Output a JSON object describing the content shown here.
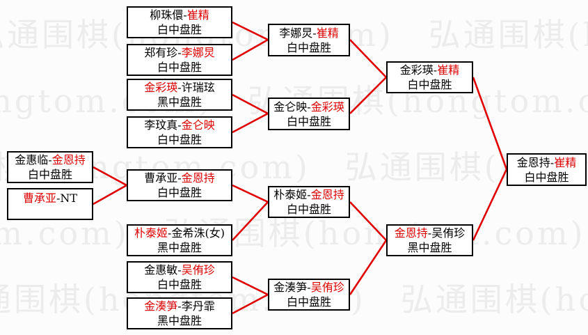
{
  "ui": {
    "dash": "-",
    "watermark_text": "弘通围棋(hongtom.com)",
    "watermark_row": "弘通围棋(hongtom.com)　弘通围棋(hongtom.com)　弘通围棋(hongtom.com)",
    "accent_red": "#dd0000",
    "box_border_color": "#000000",
    "watermark_color": "#ececec"
  },
  "bracket": {
    "prelim": [
      {
        "p1": "金惠临",
        "p1_role": "loser",
        "p2": "金恩持",
        "p2_role": "winner",
        "result": "白中盘胜"
      },
      {
        "p1": "曹承亚",
        "p1_role": "winner",
        "p2": "NT",
        "p2_role": "loser",
        "result": ""
      }
    ],
    "round1": [
      {
        "p1": "柳珠儇",
        "p1_role": "loser",
        "p2": "崔精",
        "p2_role": "winner",
        "result": "白中盘胜"
      },
      {
        "p1": "郑有珍",
        "p1_role": "loser",
        "p2": "李娜炅",
        "p2_role": "winner",
        "result": "白中盘胜"
      },
      {
        "p1": "金彩瑛",
        "p1_role": "winner",
        "p2": "许瑞玹",
        "p2_role": "loser",
        "result": "黑中盘胜"
      },
      {
        "p1": "李玟真",
        "p1_role": "loser",
        "p2": "金仑映",
        "p2_role": "winner",
        "result": "白中盘胜"
      },
      {
        "p1": "曹承亚",
        "p1_role": "loser",
        "p2": "金恩持",
        "p2_role": "winner",
        "result": "白中盘胜"
      },
      {
        "p1": "朴泰姬",
        "p1_role": "winner",
        "p2": "金希洙(女)",
        "p2_role": "loser",
        "result": "黑中盘胜"
      },
      {
        "p1": "金惠敏",
        "p1_role": "loser",
        "p2": "吴侑珍",
        "p2_role": "winner",
        "result": "白中盘胜"
      },
      {
        "p1": "金湊笋",
        "p1_role": "winner",
        "p2": "李丹霏",
        "p2_role": "loser",
        "result": "黑中盘胜"
      }
    ],
    "round2": [
      {
        "p1": "李娜炅",
        "p1_role": "loser",
        "p2": "崔精",
        "p2_role": "winner",
        "result": "白中盘胜"
      },
      {
        "p1": "金仑映",
        "p1_role": "loser",
        "p2": "金彩瑛",
        "p2_role": "winner",
        "result": "白中盘胜"
      },
      {
        "p1": "朴泰姬",
        "p1_role": "loser",
        "p2": "金恩持",
        "p2_role": "winner",
        "result": "白中盘胜"
      },
      {
        "p1": "金湊笋",
        "p1_role": "loser",
        "p2": "吴侑珍",
        "p2_role": "winner",
        "result": "白中盘胜"
      }
    ],
    "semifinal": [
      {
        "p1": "金彩瑛",
        "p1_role": "loser",
        "p2": "崔精",
        "p2_role": "winner",
        "result": "白中盘胜"
      },
      {
        "p1": "金恩持",
        "p1_role": "winner",
        "p2": "吴侑珍",
        "p2_role": "loser",
        "result": "黑中盘胜"
      }
    ],
    "final": [
      {
        "p1": "金恩持",
        "p1_role": "loser",
        "p2": "崔精",
        "p2_role": "winner",
        "result": "白中盘胜"
      }
    ]
  }
}
